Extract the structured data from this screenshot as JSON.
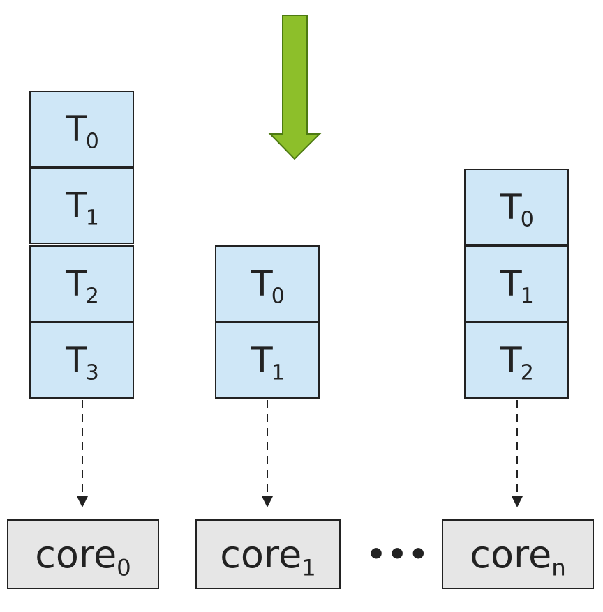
{
  "queues": [
    {
      "tasks": [
        {
          "t": "T",
          "sub": "0"
        },
        {
          "t": "T",
          "sub": "1"
        },
        {
          "t": "T",
          "sub": "2"
        },
        {
          "t": "T",
          "sub": "3"
        }
      ]
    },
    {
      "tasks": [
        {
          "t": "T",
          "sub": "0"
        },
        {
          "t": "T",
          "sub": "1"
        }
      ]
    },
    {
      "tasks": [
        {
          "t": "T",
          "sub": "0"
        },
        {
          "t": "T",
          "sub": "1"
        },
        {
          "t": "T",
          "sub": "2"
        }
      ]
    }
  ],
  "cores": [
    {
      "t": "core",
      "sub": "0"
    },
    {
      "t": "core",
      "sub": "1"
    },
    {
      "t": "core",
      "sub": "n"
    }
  ],
  "ellipsis": "•••",
  "colors": {
    "task_fill": "#cfe7f7",
    "core_fill": "#e6e6e6",
    "arrow_fill": "#8dbf2a",
    "line": "#222222"
  }
}
